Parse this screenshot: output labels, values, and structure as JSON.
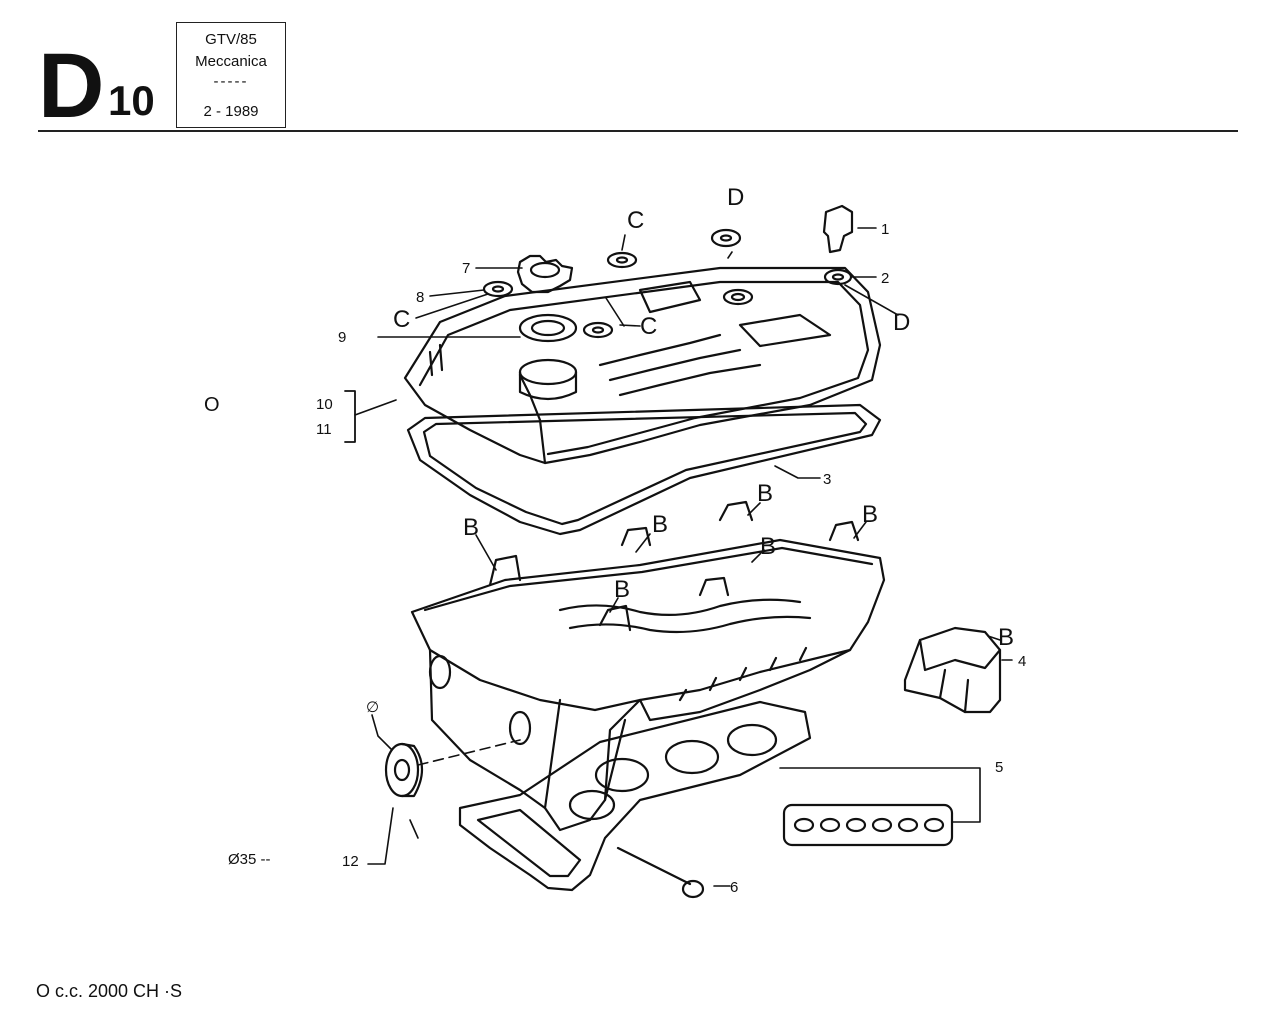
{
  "header": {
    "section_letter": "D",
    "section_number": "10",
    "model": "GTV/85",
    "category": "Meccanica",
    "separator": "-----",
    "date": "2 - 1989"
  },
  "side_marker": "O",
  "footer": {
    "text": "O c.c. 2000 CH ·S"
  },
  "callouts": {
    "n1": "1",
    "n2": "2",
    "n3": "3",
    "n4": "4",
    "n5": "5",
    "n6": "6",
    "n7": "7",
    "n8": "8",
    "n9": "9",
    "n10": "10",
    "n11": "11",
    "n12": "12",
    "n12_dia": "∅",
    "diam_label": "Ø35 --",
    "C": "C",
    "D": "D",
    "B": "B"
  }
}
